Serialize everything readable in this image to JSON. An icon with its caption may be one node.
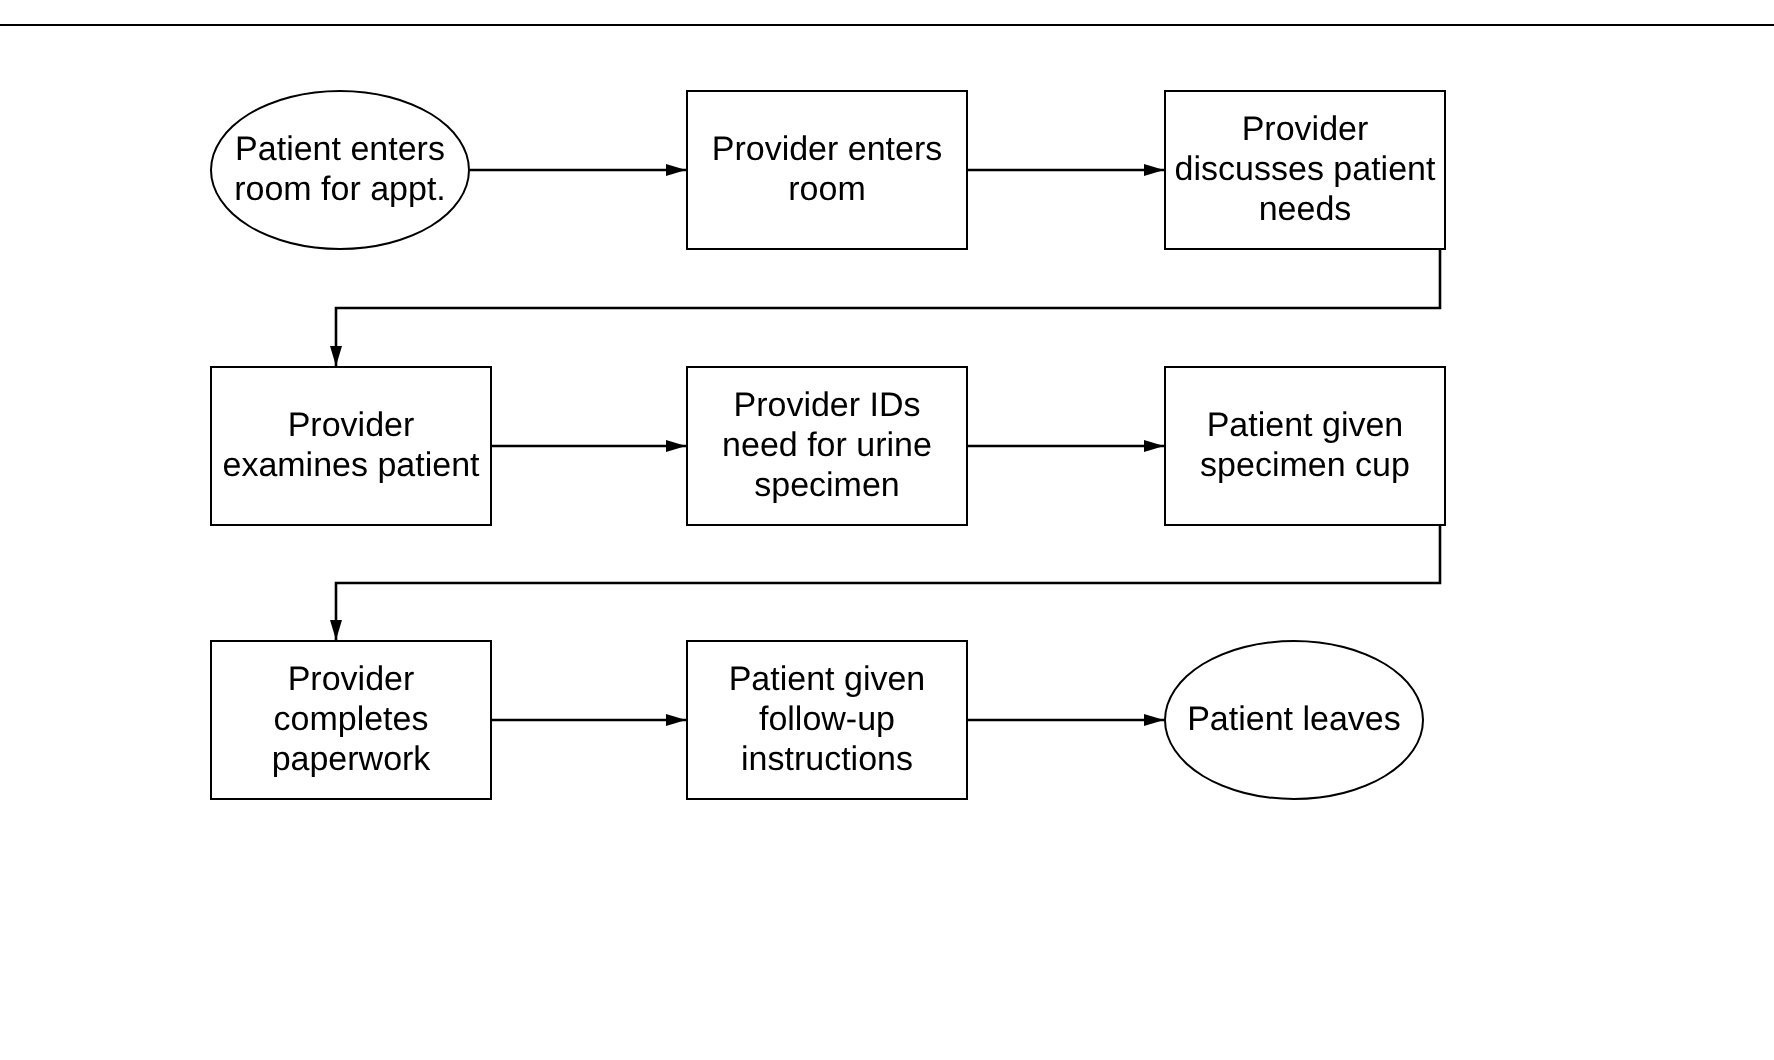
{
  "diagram": {
    "nodes": [
      {
        "text": [
          "Patient enters room for appt."
        ]
      },
      {
        "text": [
          "Provider enters room"
        ]
      },
      {
        "text": [
          "Provider discusses patient needs"
        ]
      },
      {
        "text": [
          "Provider examines patient"
        ]
      },
      {
        "text": [
          "Provider IDs need for urine specimen"
        ]
      },
      {
        "text": [
          "Patient given specimen cup"
        ]
      },
      {
        "text": [
          "Provider completes paperwork"
        ]
      },
      {
        "text": [
          "Patient given follow-up instructions"
        ]
      },
      {
        "text": [
          "Patient leaves"
        ]
      }
    ],
    "edges": [
      {
        "from": 0,
        "to": 1,
        "arrow": "to"
      },
      {
        "from": 1,
        "to": 2,
        "arrow": "to"
      },
      {
        "from": 2,
        "to": 3,
        "arrow": "to"
      },
      {
        "from": 3,
        "to": 4,
        "arrow": "to"
      },
      {
        "from": 4,
        "to": 5,
        "arrow": "to"
      },
      {
        "from": 5,
        "to": 6,
        "arrow": "to"
      },
      {
        "from": 6,
        "to": 7,
        "arrow": "to"
      },
      {
        "from": 7,
        "to": 8,
        "arrow": "to"
      }
    ]
  }
}
